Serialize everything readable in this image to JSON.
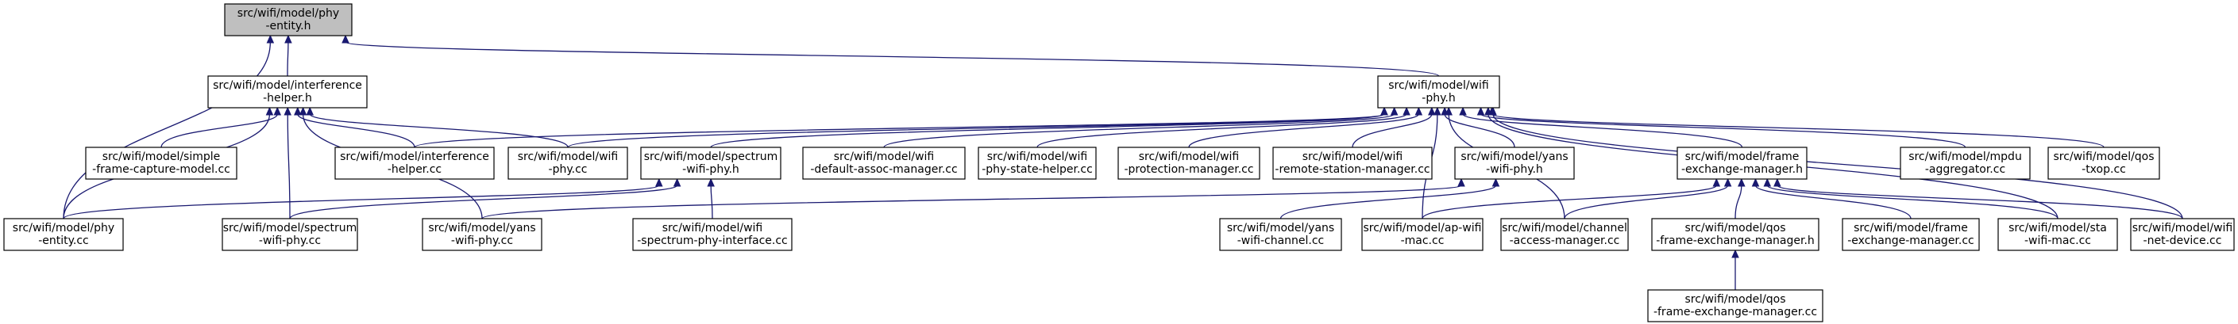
{
  "graph": {
    "nodes": [
      {
        "id": "phy_entity_h",
        "lines": [
          "src/wifi/model/phy",
          "-entity.h"
        ],
        "root": true
      },
      {
        "id": "interference_helper_h",
        "lines": [
          "src/wifi/model/interference",
          "-helper.h"
        ]
      },
      {
        "id": "wifi_phy_h",
        "lines": [
          "src/wifi/model/wifi",
          "-phy.h"
        ]
      },
      {
        "id": "simple_frame_capture_cc",
        "lines": [
          "src/wifi/model/simple",
          "-frame-capture-model.cc"
        ]
      },
      {
        "id": "interference_helper_cc",
        "lines": [
          "src/wifi/model/interference",
          "-helper.cc"
        ]
      },
      {
        "id": "wifi_phy_cc",
        "lines": [
          "src/wifi/model/wifi",
          "-phy.cc"
        ]
      },
      {
        "id": "spectrum_wifi_phy_h",
        "lines": [
          "src/wifi/model/spectrum",
          "-wifi-phy.h"
        ]
      },
      {
        "id": "default_assoc_manager_cc",
        "lines": [
          "src/wifi/model/wifi",
          "-default-assoc-manager.cc"
        ]
      },
      {
        "id": "phy_state_helper_cc",
        "lines": [
          "src/wifi/model/wifi",
          "-phy-state-helper.cc"
        ]
      },
      {
        "id": "protection_manager_cc",
        "lines": [
          "src/wifi/model/wifi",
          "-protection-manager.cc"
        ]
      },
      {
        "id": "remote_station_manager_cc",
        "lines": [
          "src/wifi/model/wifi",
          "-remote-station-manager.cc"
        ]
      },
      {
        "id": "yans_wifi_phy_h",
        "lines": [
          "src/wifi/model/yans",
          "-wifi-phy.h"
        ]
      },
      {
        "id": "frame_exchange_manager_h",
        "lines": [
          "src/wifi/model/frame",
          "-exchange-manager.h"
        ]
      },
      {
        "id": "mpdu_aggregator_cc",
        "lines": [
          "src/wifi/model/mpdu",
          "-aggregator.cc"
        ]
      },
      {
        "id": "qos_txop_cc",
        "lines": [
          "src/wifi/model/qos",
          "-txop.cc"
        ]
      },
      {
        "id": "phy_entity_cc",
        "lines": [
          "src/wifi/model/phy",
          "-entity.cc"
        ]
      },
      {
        "id": "spectrum_wifi_phy_cc",
        "lines": [
          "src/wifi/model/spectrum",
          "-wifi-phy.cc"
        ]
      },
      {
        "id": "yans_wifi_phy_cc",
        "lines": [
          "src/wifi/model/yans",
          "-wifi-phy.cc"
        ]
      },
      {
        "id": "spectrum_phy_interface_cc",
        "lines": [
          "src/wifi/model/wifi",
          "-spectrum-phy-interface.cc"
        ]
      },
      {
        "id": "yans_wifi_channel_cc",
        "lines": [
          "src/wifi/model/yans",
          "-wifi-channel.cc"
        ]
      },
      {
        "id": "ap_wifi_mac_cc",
        "lines": [
          "src/wifi/model/ap-wifi",
          "-mac.cc"
        ]
      },
      {
        "id": "channel_access_manager_cc",
        "lines": [
          "src/wifi/model/channel",
          "-access-manager.cc"
        ]
      },
      {
        "id": "qos_fem_h",
        "lines": [
          "src/wifi/model/qos",
          "-frame-exchange-manager.h"
        ]
      },
      {
        "id": "frame_exchange_manager_cc",
        "lines": [
          "src/wifi/model/frame",
          "-exchange-manager.cc"
        ]
      },
      {
        "id": "sta_wifi_mac_cc",
        "lines": [
          "src/wifi/model/sta",
          "-wifi-mac.cc"
        ]
      },
      {
        "id": "wifi_net_device_cc",
        "lines": [
          "src/wifi/model/wifi",
          "-net-device.cc"
        ]
      },
      {
        "id": "qos_fem_cc",
        "lines": [
          "src/wifi/model/qos",
          "-frame-exchange-manager.cc"
        ]
      }
    ],
    "edges": [
      {
        "from": "interference_helper_h",
        "to": "phy_entity_h"
      },
      {
        "from": "phy_entity_cc",
        "to": "phy_entity_h"
      },
      {
        "from": "wifi_phy_h",
        "to": "phy_entity_h"
      },
      {
        "from": "simple_frame_capture_cc",
        "to": "interference_helper_h"
      },
      {
        "from": "interference_helper_cc",
        "to": "interference_helper_h"
      },
      {
        "from": "wifi_phy_cc",
        "to": "interference_helper_h"
      },
      {
        "from": "phy_entity_cc",
        "to": "interference_helper_h"
      },
      {
        "from": "spectrum_wifi_phy_cc",
        "to": "interference_helper_h"
      },
      {
        "from": "yans_wifi_phy_cc",
        "to": "interference_helper_h"
      },
      {
        "from": "interference_helper_cc",
        "to": "wifi_phy_h"
      },
      {
        "from": "wifi_phy_cc",
        "to": "wifi_phy_h"
      },
      {
        "from": "spectrum_wifi_phy_h",
        "to": "wifi_phy_h"
      },
      {
        "from": "default_assoc_manager_cc",
        "to": "wifi_phy_h"
      },
      {
        "from": "phy_state_helper_cc",
        "to": "wifi_phy_h"
      },
      {
        "from": "protection_manager_cc",
        "to": "wifi_phy_h"
      },
      {
        "from": "remote_station_manager_cc",
        "to": "wifi_phy_h"
      },
      {
        "from": "yans_wifi_phy_h",
        "to": "wifi_phy_h"
      },
      {
        "from": "frame_exchange_manager_h",
        "to": "wifi_phy_h"
      },
      {
        "from": "mpdu_aggregator_cc",
        "to": "wifi_phy_h"
      },
      {
        "from": "qos_txop_cc",
        "to": "wifi_phy_h"
      },
      {
        "from": "ap_wifi_mac_cc",
        "to": "wifi_phy_h"
      },
      {
        "from": "channel_access_manager_cc",
        "to": "wifi_phy_h"
      },
      {
        "from": "sta_wifi_mac_cc",
        "to": "wifi_phy_h"
      },
      {
        "from": "wifi_net_device_cc",
        "to": "wifi_phy_h"
      },
      {
        "from": "phy_entity_cc",
        "to": "spectrum_wifi_phy_h"
      },
      {
        "from": "spectrum_wifi_phy_cc",
        "to": "spectrum_wifi_phy_h"
      },
      {
        "from": "spectrum_phy_interface_cc",
        "to": "spectrum_wifi_phy_h"
      },
      {
        "from": "yans_wifi_phy_cc",
        "to": "yans_wifi_phy_h"
      },
      {
        "from": "yans_wifi_channel_cc",
        "to": "yans_wifi_phy_h"
      },
      {
        "from": "ap_wifi_mac_cc",
        "to": "frame_exchange_manager_h"
      },
      {
        "from": "channel_access_manager_cc",
        "to": "frame_exchange_manager_h"
      },
      {
        "from": "qos_fem_h",
        "to": "frame_exchange_manager_h"
      },
      {
        "from": "frame_exchange_manager_cc",
        "to": "frame_exchange_manager_h"
      },
      {
        "from": "sta_wifi_mac_cc",
        "to": "frame_exchange_manager_h"
      },
      {
        "from": "wifi_net_device_cc",
        "to": "frame_exchange_manager_h"
      },
      {
        "from": "qos_fem_cc",
        "to": "qos_fem_h"
      }
    ]
  },
  "colors": {
    "edge": "#191970",
    "root_fill": "#bfbfbf",
    "node_fill": "#ffffff",
    "node_stroke": "#000000"
  }
}
